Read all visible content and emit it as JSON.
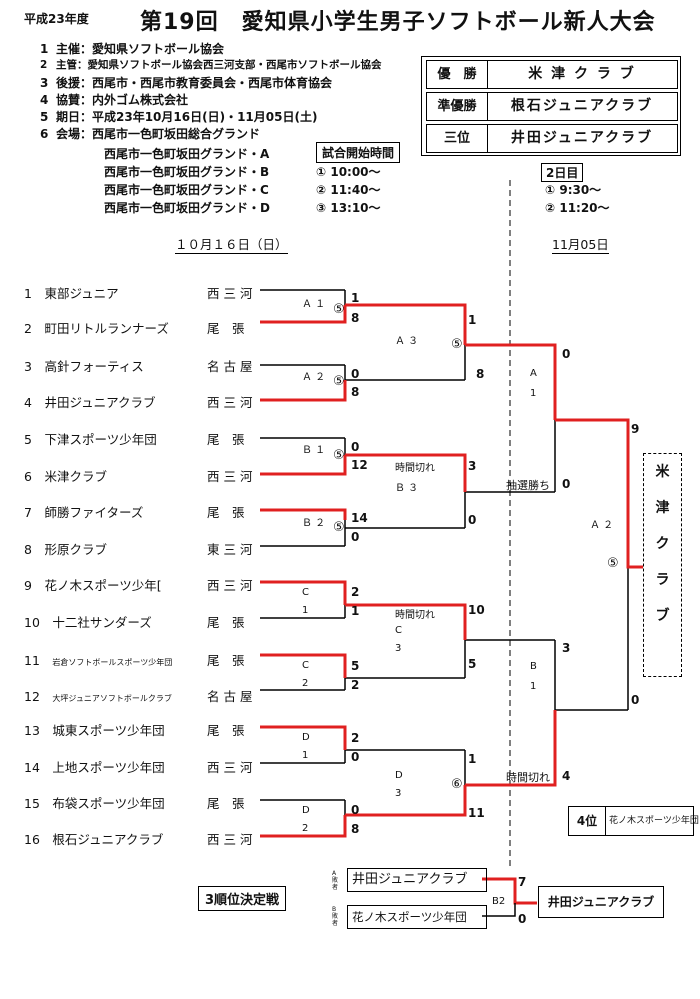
{
  "header": {
    "era": "平成23年度",
    "title": "第19回　愛知県小学生男子ソフトボール新人大会"
  },
  "info": [
    {
      "num": "1",
      "text": "主催：愛知県ソフトボール協会"
    },
    {
      "num": "2",
      "text": "主管：愛知県ソフトボール協会西三河支部・西尾市ソフトボール協会"
    },
    {
      "num": "3",
      "text": "後援：西尾市・西尾市教育委員会・西尾市体育協会"
    },
    {
      "num": "4",
      "text": "協賛：内外ゴム株式会社"
    },
    {
      "num": "5",
      "text": "期日：平成23年10月16日(日)・11月05日(土)"
    },
    {
      "num": "6",
      "text": "会場：西尾市一色町坂田総合グランド"
    }
  ],
  "grounds": [
    "西尾市一色町坂田グランド・A",
    "西尾市一色町坂田グランド・B",
    "西尾市一色町坂田グランド・C",
    "西尾市一色町坂田グランド・D"
  ],
  "schedule": {
    "day1_label": "試合開始時間",
    "day1_times": [
      "① 10:00～",
      "② 11:40～",
      "③ 13:10～"
    ],
    "day2_label": "2日目",
    "day2_times": [
      "① 9:30～",
      "② 11:20～"
    ]
  },
  "results": [
    {
      "rank": "優　勝",
      "team": "米 津 ク ラ ブ"
    },
    {
      "rank": "準優勝",
      "team": "根石ジュニアクラブ"
    },
    {
      "rank": "三位",
      "team": "井田ジュニアクラブ"
    }
  ],
  "dates": {
    "day1": "１０月１６日（日）",
    "day2": "11月05日"
  },
  "teams": [
    {
      "num": "1",
      "name": "東部ジュニア",
      "region": "西 三 河"
    },
    {
      "num": "2",
      "name": "町田リトルランナーズ",
      "region": "尾　張"
    },
    {
      "num": "3",
      "name": "高針フォーティス",
      "region": "名 古 屋"
    },
    {
      "num": "4",
      "name": "井田ジュニアクラブ",
      "region": "西 三 河"
    },
    {
      "num": "5",
      "name": "下津スポーツ少年団",
      "region": "尾　張"
    },
    {
      "num": "6",
      "name": "米津クラブ",
      "region": "西 三 河"
    },
    {
      "num": "7",
      "name": "師勝ファイターズ",
      "region": "尾　張"
    },
    {
      "num": "8",
      "name": "形原クラブ",
      "region": "東 三 河"
    },
    {
      "num": "9",
      "name": "花ノ木スポーツ少年[",
      "region": "西 三 河"
    },
    {
      "num": "10",
      "name": "十二社サンダーズ",
      "region": "尾　張"
    },
    {
      "num": "11",
      "name": "岩倉ソフトボールスポーツ少年団",
      "region": "尾　張"
    },
    {
      "num": "12",
      "name": "大坪ジュニアソフトボールクラブ",
      "region": "名 古 屋"
    },
    {
      "num": "13",
      "name": "城東スポーツ少年団",
      "region": "尾　張"
    },
    {
      "num": "14",
      "name": "上地スポーツ少年団",
      "region": "西 三 河"
    },
    {
      "num": "15",
      "name": "布袋スポーツ少年団",
      "region": "尾　張"
    },
    {
      "num": "16",
      "name": "根石ジュニアクラブ",
      "region": "西 三 河"
    }
  ],
  "round1": [
    {
      "label": "Ａ １",
      "slot": "⑤",
      "scores": [
        "1",
        "8"
      ]
    },
    {
      "label": "Ａ ２",
      "slot": "⑤",
      "scores": [
        "0",
        "8"
      ]
    },
    {
      "label": "Ｂ １",
      "slot": "⑤",
      "scores": [
        "0",
        "12"
      ]
    },
    {
      "label": "Ｂ ２",
      "slot": "⑤",
      "scores": [
        "14",
        "0"
      ]
    },
    {
      "label_a": "C",
      "label_b": "1",
      "scores": [
        "2",
        "1"
      ]
    },
    {
      "label_a": "C",
      "label_b": "2",
      "scores": [
        "5",
        "2"
      ]
    },
    {
      "label_a": "D",
      "label_b": "1",
      "scores": [
        "2",
        "0"
      ]
    },
    {
      "label_a": "D",
      "label_b": "2",
      "scores": [
        "0",
        "8"
      ]
    }
  ],
  "round2": [
    {
      "label": "Ａ ３",
      "slot": "⑤",
      "scores": [
        "1",
        "8"
      ]
    },
    {
      "label": "Ｂ ３",
      "note": "時間切れ",
      "scores": [
        "3",
        "0"
      ]
    },
    {
      "label_a": "C",
      "label_b": "3",
      "note": "時間切れ",
      "scores": [
        "10",
        "5"
      ]
    },
    {
      "label_a": "D",
      "label_b": "3",
      "slot": "⑥",
      "scores": [
        "1",
        "11"
      ]
    }
  ],
  "semis": [
    {
      "label_a": "A",
      "label_b": "1",
      "note": "抽選勝ち",
      "scores": [
        "0",
        "0"
      ]
    },
    {
      "label_a": "B",
      "label_b": "1",
      "note": "時間切れ",
      "scores": [
        "3",
        "4"
      ]
    }
  ],
  "final": {
    "label": "Ａ ２",
    "slot": "⑤",
    "scores": [
      "9",
      "0"
    ]
  },
  "champion_vertical": [
    "米",
    "津",
    "ク",
    "ラ",
    "ブ"
  ],
  "fourth": {
    "label": "4位",
    "team": "花ノ木スポーツ少年団"
  },
  "third_place": {
    "title": "3順位決定戦",
    "a_label": "A敗者",
    "b_label": "B敗者",
    "team_a": "井田ジュニアクラブ",
    "team_b": "花ノ木スポーツ少年団",
    "match": "B2",
    "scores": [
      "7",
      "0"
    ],
    "winner": "井田ジュニアクラブ"
  },
  "colors": {
    "win_line": "#e02020",
    "line": "#000000"
  }
}
